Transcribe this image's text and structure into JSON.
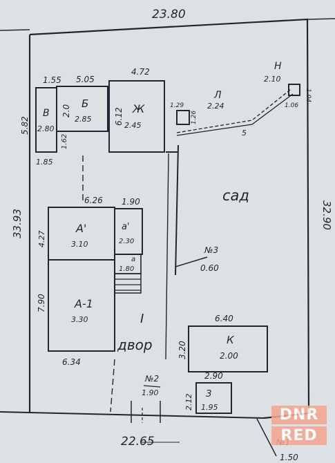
{
  "boundary": {
    "top_length": "23.80",
    "right_length": "32.90",
    "bottom_length": "22.65",
    "left_length": "33.93",
    "corner_partial": "1.50"
  },
  "buildings": {
    "V": {
      "letter": "В",
      "area": "2.80",
      "side": "5.82",
      "top": "1.55",
      "bottom": "1.85",
      "extra": "1.62"
    },
    "B": {
      "letter": "Б",
      "area": "2.85",
      "top": "5.05",
      "side": "2.0"
    },
    "Zh": {
      "letter": "Ж",
      "area": "2.45",
      "top": "4.72",
      "side": "6.12"
    },
    "L": {
      "letter": "Л",
      "area": "2.24",
      "left": "1.29",
      "side": "1.26",
      "under": "5"
    },
    "N": {
      "letter": "Н",
      "area": "2.10",
      "side": "1.04",
      "bottom": "1.06"
    },
    "A1_upper": {
      "letter": "А'",
      "area": "3.10",
      "top": "6.26",
      "side": "4.27"
    },
    "a1": {
      "letter": "а'",
      "area": "2.30",
      "top": "1.90"
    },
    "a_small": {
      "letter": "а",
      "area": "1.80"
    },
    "A1": {
      "letter": "А-1",
      "area": "3.30",
      "side": "7.90",
      "bottom": "6.34"
    },
    "K": {
      "letter": "К",
      "area": "2.00",
      "top": "6.40",
      "side": "3.20"
    },
    "Z": {
      "letter": "З",
      "area": "1.95",
      "top": "2.90",
      "side": "2.12"
    }
  },
  "fences": {
    "n3": {
      "label": "№3",
      "value": "0.60"
    },
    "n2": {
      "label": "№2",
      "value": "1.90"
    },
    "n1": {
      "label": "№1"
    }
  },
  "yard": {
    "roman": "I",
    "label": "двор"
  },
  "garden": {
    "label": "сад"
  },
  "watermark": {
    "line1": "DNR",
    "line2": "RED"
  }
}
